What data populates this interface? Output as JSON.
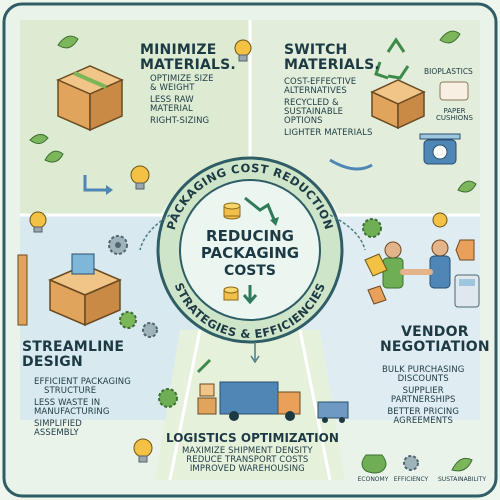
{
  "center": {
    "ring_top": "PACKAGING COST REDUCTION",
    "ring_bottom": "STRATEGIES & EFFICIENCIES",
    "title_line1": "REDUCING",
    "title_line2": "PACKAGING",
    "title_line3": "COSTS"
  },
  "minimize": {
    "title_line1": "MINIMIZE",
    "title_line2": "MATERIALS.",
    "items": [
      "OPTIMIZE SIZE",
      "& WEIGHT",
      "LESS RAW",
      "MATERIAL",
      "RIGHT-SIZING"
    ]
  },
  "switch": {
    "title_line1": "SWITCH",
    "title_line2": "MATERIALS.",
    "items": [
      "COST-EFFECTIVE",
      "ALTERNATIVES",
      "RECYCLED &",
      "SUSTAINABLE",
      "OPTIONS",
      "LIGHTER MATERIALS"
    ],
    "bioplastics": "BIOPLASTICS",
    "paper_line1": "PAPER",
    "paper_line2": "CUSHIONS"
  },
  "streamline": {
    "title_line1": "STREAMLINE",
    "title_line2": "DESIGN",
    "items": [
      "EFFICIENT PACKAGING",
      "STRUCTURE",
      "LESS WASTE IN",
      "MANUFACTURING",
      "SIMPLIFIED",
      "ASSEMBLY"
    ]
  },
  "vendor": {
    "title_line1": "VENDOR",
    "title_line2": "NEGOTIATION",
    "items": [
      "BULK PURCHASING",
      "DISCOUNTS",
      "SUPPLIER",
      "PARTNERSHIPS",
      "BETTER PRICING",
      "AGREEMENTS"
    ]
  },
  "logistics": {
    "title": "LOGISTICS OPTIMIZATION",
    "items": [
      "MAXIMIZE SHIPMENT DENSITY",
      "REDUCE TRANSPORT COSTS",
      "IMPROVED WAREHOUSING"
    ]
  },
  "legend": {
    "economy": "ECONOMY",
    "efficiency": "EFFICIENCY",
    "sustainability": "SUSTAINABILITY"
  },
  "colors": {
    "dark_teal": "#1d3a44",
    "green": "#6fae55",
    "leaf": "#7cb65a",
    "box": "#e0a45c",
    "box_dark": "#b97a3a",
    "blue": "#7fb7d8",
    "truck_blue": "#4e86b5",
    "bulb": "#f3c244"
  },
  "icons": [
    "leaf-icon",
    "bulb-icon",
    "cardboard-box-icon",
    "recycle-icon",
    "scale-icon",
    "gear-icon",
    "ruler-icon",
    "handshake-icon",
    "dollar-tag-icon",
    "calculator-icon",
    "truck-icon",
    "dollar-bag-icon",
    "coin-stack-icon",
    "down-arrow-icon"
  ]
}
